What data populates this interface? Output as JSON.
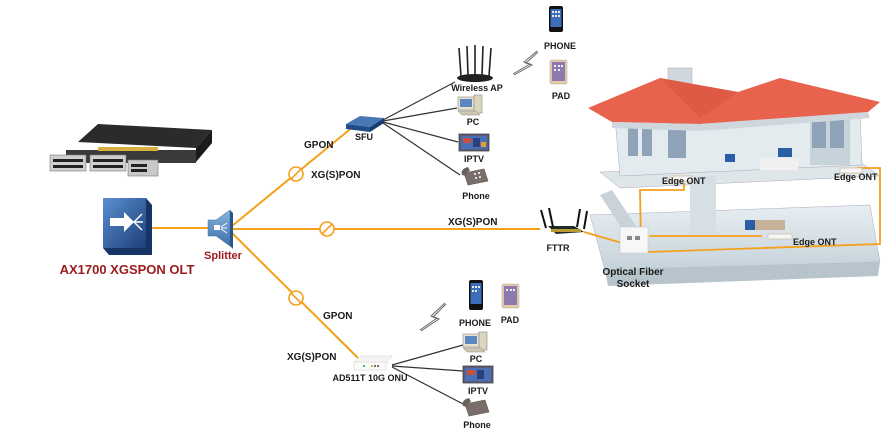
{
  "diagram": {
    "olt": {
      "label": "AX1700 XGSPON OLT"
    },
    "splitter": {
      "label": "Splitter"
    },
    "branches": {
      "upper": {
        "label_gpon": "GPON",
        "label_xgspon": "XG(S)PON"
      },
      "middle": {
        "label": "XG(S)PON"
      },
      "lower": {
        "label_gpon": "GPON",
        "label_xgspon": "XG(S)PON"
      }
    },
    "sfu": {
      "label": "SFU",
      "devices": [
        {
          "label": "Wireless AP",
          "icon": "wireless-router-icon"
        },
        {
          "label": "PC",
          "icon": "pc-icon"
        },
        {
          "label": "IPTV",
          "icon": "tv-icon"
        },
        {
          "label": "Phone",
          "icon": "desk-phone-icon"
        }
      ],
      "wireless_devices": [
        {
          "label": "PHONE",
          "icon": "smartphone-icon"
        },
        {
          "label": "PAD",
          "icon": "tablet-icon"
        }
      ]
    },
    "onu": {
      "label": "AD511T 10G ONU",
      "devices": [
        {
          "label": "PC",
          "icon": "pc-icon"
        },
        {
          "label": "IPTV",
          "icon": "tv-icon"
        },
        {
          "label": "Phone",
          "icon": "desk-phone-icon"
        }
      ],
      "wireless_devices": [
        {
          "label": "PHONE",
          "icon": "smartphone-icon"
        },
        {
          "label": "PAD",
          "icon": "tablet-icon"
        }
      ]
    },
    "fttr": {
      "label": "FTTR",
      "socket_label_line1": "Optical Fiber",
      "socket_label_line2": "Socket",
      "edge_onts": [
        {
          "label": "Edge ONT"
        },
        {
          "label": "Edge ONT"
        },
        {
          "label": "Edge ONT"
        }
      ]
    },
    "colors": {
      "fiber": "#f5a01a",
      "copper": "#333333",
      "olt_label": "#9b1b1b",
      "roof": "#e8624e",
      "device_blue": "#2a5d9c"
    }
  }
}
